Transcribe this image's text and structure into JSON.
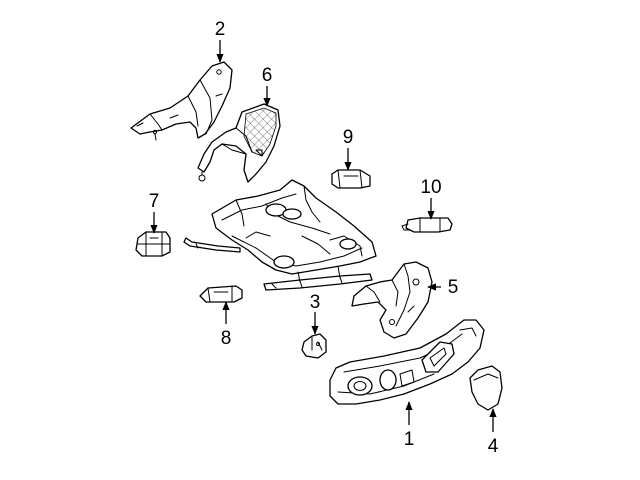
{
  "diagram": {
    "callouts": [
      {
        "id": "1",
        "text": "1"
      },
      {
        "id": "2",
        "text": "2"
      },
      {
        "id": "3",
        "text": "3"
      },
      {
        "id": "4",
        "text": "4"
      },
      {
        "id": "5",
        "text": "5"
      },
      {
        "id": "6",
        "text": "6"
      },
      {
        "id": "7",
        "text": "7"
      },
      {
        "id": "8",
        "text": "8"
      },
      {
        "id": "9",
        "text": "9"
      },
      {
        "id": "10",
        "text": "10"
      }
    ],
    "line_color": "#000000",
    "background": "#ffffff"
  }
}
